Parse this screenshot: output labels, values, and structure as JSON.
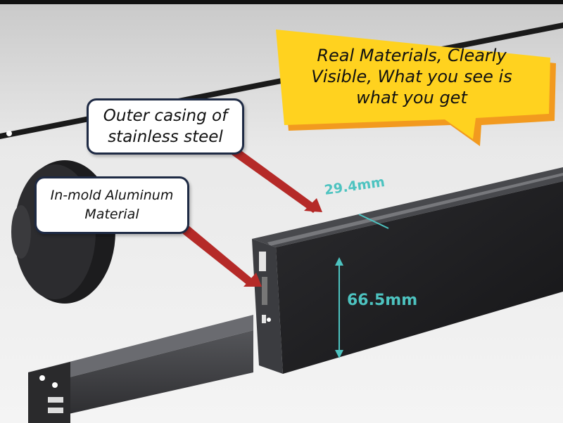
{
  "callouts": {
    "outer_casing": "Outer casing of stainless steel",
    "in_mold": "In-mold Aluminum Material"
  },
  "banner": {
    "text": "Real Materials, Clearly Visible, What you see is what you get"
  },
  "dimensions": {
    "width": "29.4mm",
    "height": "66.5mm"
  },
  "colors": {
    "banner_yellow": "#ffd21f",
    "banner_orange": "#f29a1f",
    "arrow_red": "#b52a28",
    "dimension_teal": "#4dc3c0",
    "profile_black": "#1b1b1d"
  }
}
